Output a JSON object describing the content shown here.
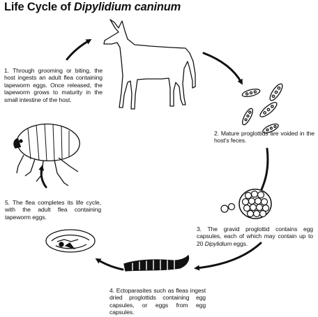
{
  "title": {
    "prefix": "Life Cycle of ",
    "species": "Dipylidium caninum"
  },
  "steps": [
    {
      "number": "1.",
      "text": "Through grooming or biting, the host ingests an adult flea containing tapeworm eggs. Once released, the tapeworm grows to maturity in the small intestine of the host."
    },
    {
      "number": "2.",
      "text": "Mature proglottids are voided in the host's feces."
    },
    {
      "number": "3.",
      "text_before": "The gravid proglottid contains egg capsules, each of which may contain up to 20 ",
      "text_italic": "Dipylidium",
      "text_after": " eggs."
    },
    {
      "number": "4.",
      "text": "Ectoparasites such as fleas ingest dried proglottids containing egg capsules, or eggs from egg capsules."
    },
    {
      "number": "5.",
      "text": "The flea completes its life cycle, with the adult flea containing tapeworm eggs."
    }
  ],
  "colors": {
    "ink": "#111111",
    "background": "#ffffff"
  },
  "icons": [
    "dog-outline",
    "proglottid-segments",
    "egg-capsule",
    "flea-larva",
    "flea-pupa",
    "adult-flea"
  ]
}
